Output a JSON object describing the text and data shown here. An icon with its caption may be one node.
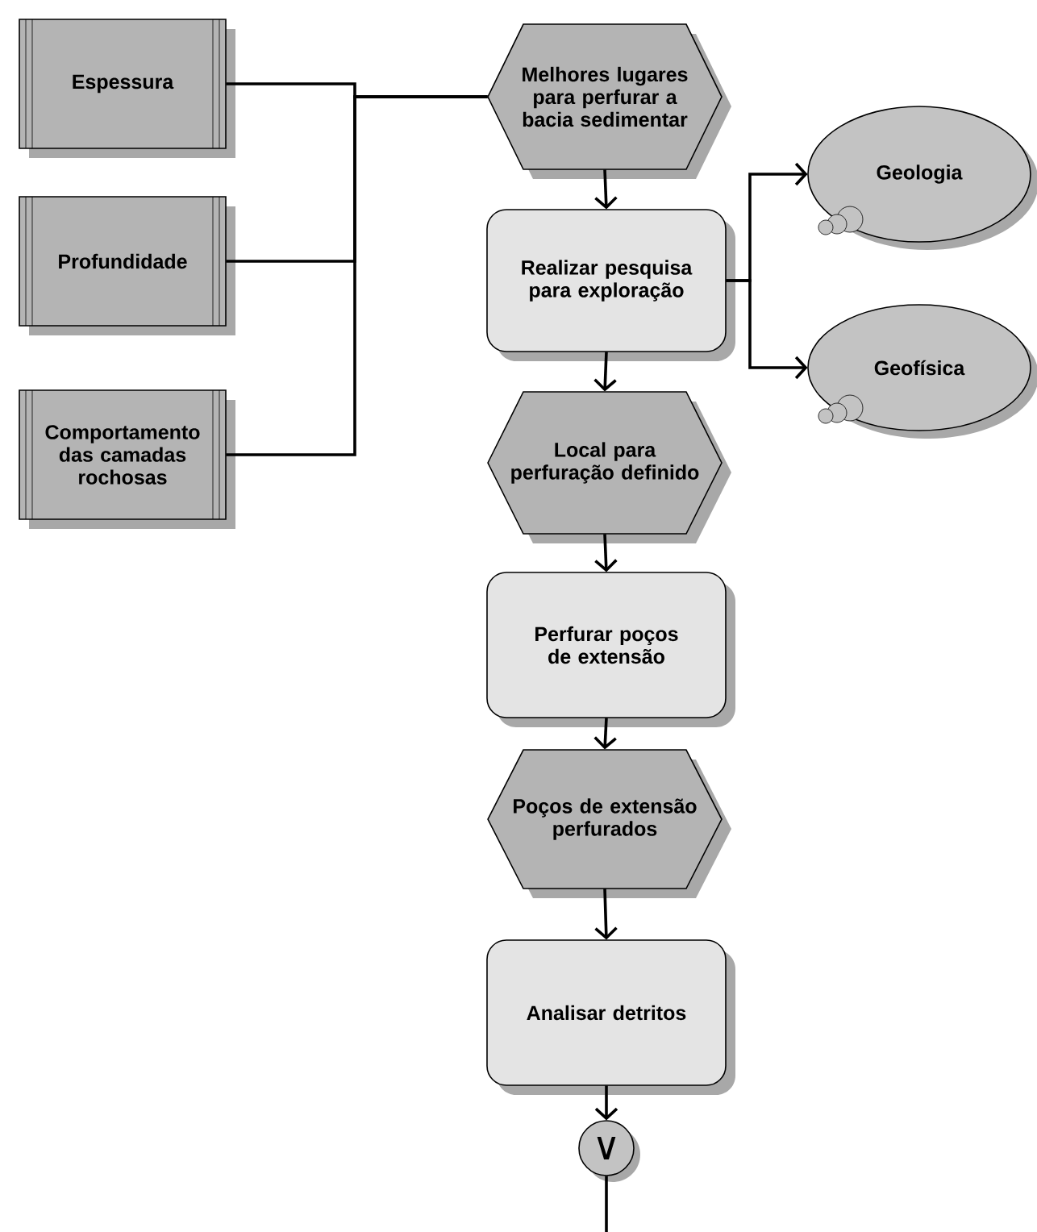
{
  "diagram": {
    "nodes": [
      {
        "text": [
          "Espessura"
        ]
      },
      {
        "text": [
          "Profundidade"
        ]
      },
      {
        "text": [
          "Comportamento das camadas rochosas"
        ]
      },
      {
        "text": [
          "Melhores lugares para perfurar a bacia sedimentar"
        ]
      },
      {
        "text": [
          "Realizar pesquisa para exploração"
        ]
      },
      {
        "text": [
          "Geologia"
        ]
      },
      {
        "text": [
          "Geofísica"
        ]
      },
      {
        "text": [
          "Local para perfuração definido"
        ]
      },
      {
        "text": [
          "Perfurar poços de extensão"
        ]
      },
      {
        "text": [
          "Poços de extensão perfurados"
        ]
      },
      {
        "text": [
          "Analisar detritos"
        ]
      },
      {
        "text": [
          "∨"
        ]
      }
    ],
    "edges": [
      {
        "from": 0,
        "to": 3,
        "arrow": "none"
      },
      {
        "from": 1,
        "to": 3,
        "arrow": "none"
      },
      {
        "from": 2,
        "to": 3,
        "arrow": "none"
      },
      {
        "from": 3,
        "to": 4,
        "arrow": "to"
      },
      {
        "from": 4,
        "to": 5,
        "arrow": "to"
      },
      {
        "from": 4,
        "to": 6,
        "arrow": "to"
      },
      {
        "from": 4,
        "to": 7,
        "arrow": "to"
      },
      {
        "from": 7,
        "to": 8,
        "arrow": "to"
      },
      {
        "from": 8,
        "to": 9,
        "arrow": "to"
      },
      {
        "from": 9,
        "to": 10,
        "arrow": "to"
      },
      {
        "from": 10,
        "to": 11,
        "arrow": "to"
      },
      {
        "from": 11,
        "to": null,
        "arrow": "none"
      }
    ]
  }
}
